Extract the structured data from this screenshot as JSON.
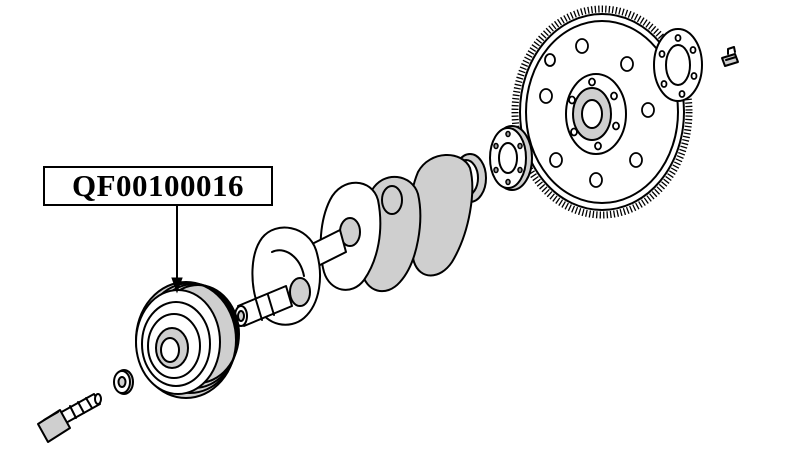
{
  "diagram": {
    "part_number": "QF00100016",
    "colors": {
      "line": "#000000",
      "background": "#ffffff",
      "shade": "#cfcfcf"
    },
    "components": [
      {
        "name": "pulley-bolt"
      },
      {
        "name": "washer"
      },
      {
        "name": "crankshaft-pulley"
      },
      {
        "name": "crankshaft"
      },
      {
        "name": "drive-plate-spacer"
      },
      {
        "name": "flywheel-ring-gear"
      },
      {
        "name": "reinforcement-plate"
      },
      {
        "name": "flywheel-bolt"
      }
    ]
  }
}
